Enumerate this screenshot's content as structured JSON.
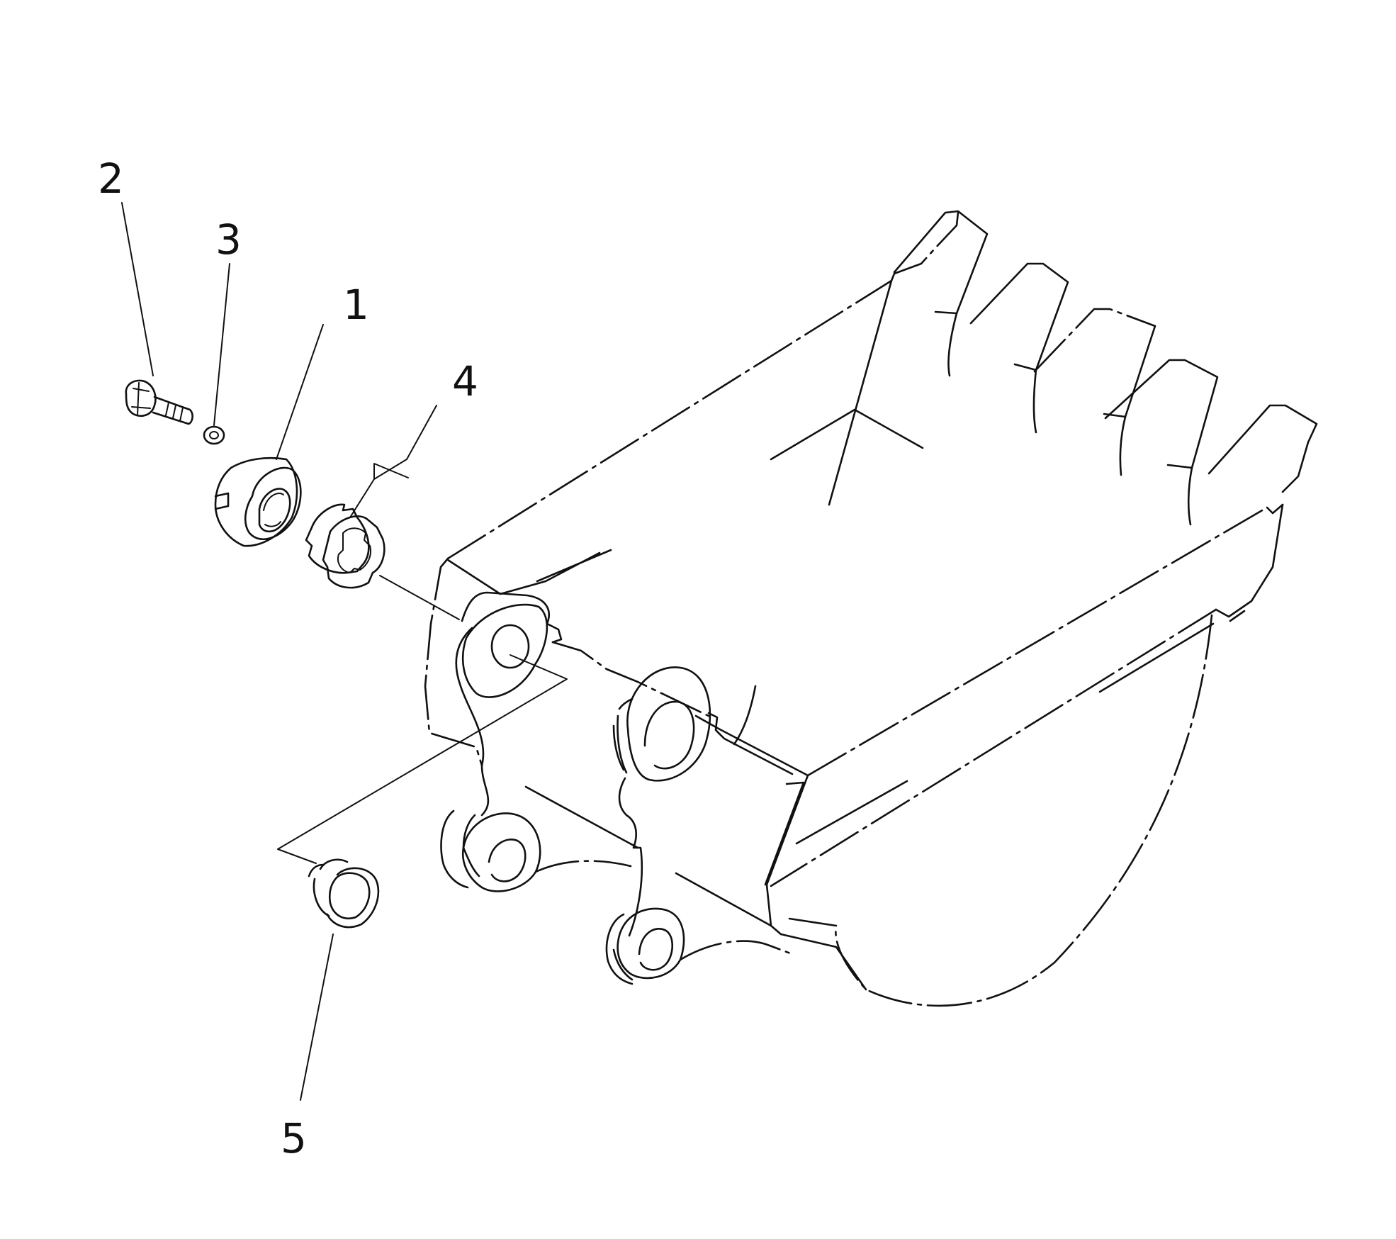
{
  "diagram": {
    "background": "#ffffff",
    "line_color": "#111111",
    "callouts": [
      {
        "id": "callout-1",
        "label": "1",
        "part": "seal-ring"
      },
      {
        "id": "callout-2",
        "label": "2",
        "part": "bolt"
      },
      {
        "id": "callout-3",
        "label": "3",
        "part": "washer"
      },
      {
        "id": "callout-4",
        "label": "4",
        "part": "shim"
      },
      {
        "id": "callout-5",
        "label": "5",
        "part": "bushing"
      }
    ]
  }
}
